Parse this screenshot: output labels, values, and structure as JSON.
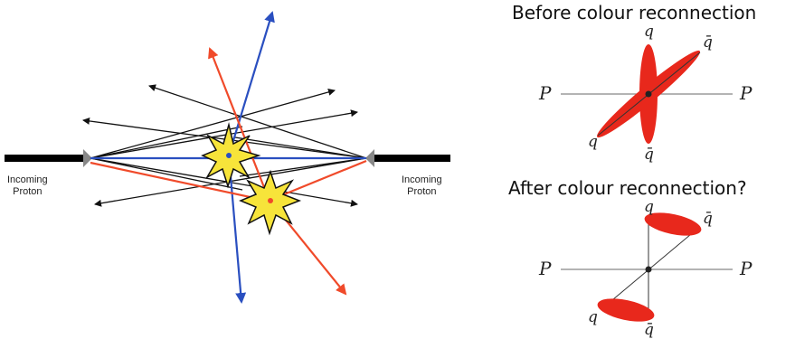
{
  "left_panel": {
    "incoming_left": [
      "Incoming",
      "Proton"
    ],
    "incoming_right": [
      "Incoming",
      "Proton"
    ]
  },
  "before": {
    "title": "Before colour reconnection",
    "p_left": "P",
    "p_right": "P",
    "q_top": "q",
    "q_top_right": "q̄",
    "q_bottom_left": "q",
    "q_bottom": "q̄"
  },
  "after": {
    "title": "After colour reconnection?",
    "p_left": "P",
    "p_right": "P",
    "q_top": "q",
    "q_top_right": "q̄",
    "q_bottom_left": "q",
    "q_bottom": "q̄"
  },
  "colors": {
    "beam": "#000000",
    "blue_track": "#2a4fc0",
    "red_track": "#f04a2a",
    "tracks": "#111111",
    "star_fill": "#f7e43a",
    "string_fill": "#e8281c"
  }
}
